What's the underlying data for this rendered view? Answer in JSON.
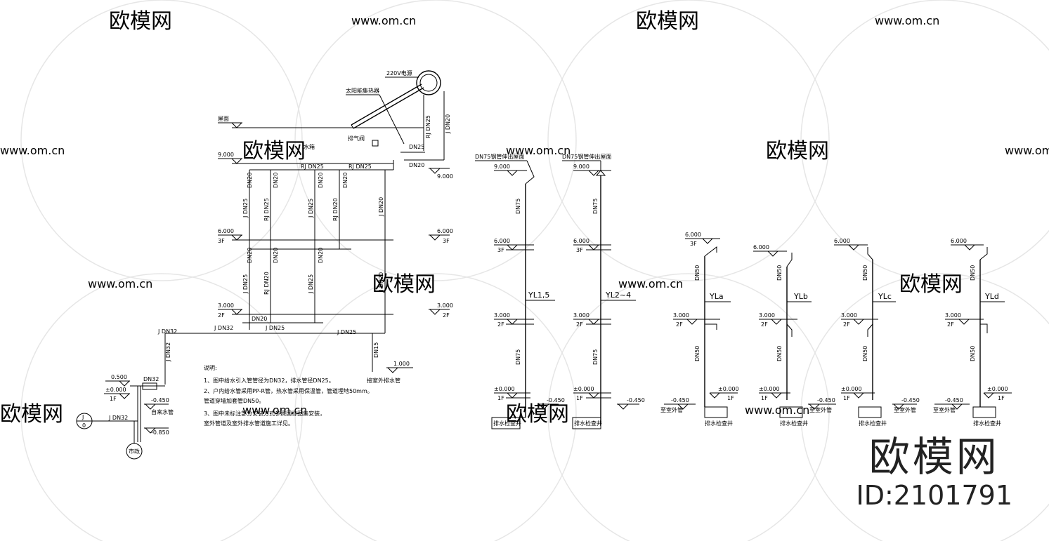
{
  "watermark": {
    "logo_text": "欧模网",
    "url_text": "www.om.cn"
  },
  "brand": {
    "name": "欧模网",
    "id_label": "ID:2101791"
  },
  "main_diagram": {
    "solar_power": "220V电源",
    "solar_panel_label": "太阳能集热器",
    "roof_label": "屋面",
    "vent_label": "排气阀",
    "water_tank_label": "水箱",
    "pipe_labels": {
      "rj_dn25": "RJ DN25",
      "j_dn20": "J DN20",
      "rj_dn20": "RJ DN20",
      "j_dn25": "J DN25",
      "j_dn32": "J DN32",
      "dn25": "DN25",
      "dn20": "DN20",
      "dn15": "DN15"
    },
    "levels": {
      "l9": "9.000",
      "l6": "6.000",
      "l3": "3.000",
      "l0": "±0.000",
      "l_neg045": "-0.450",
      "l_neg085": "-0.850",
      "l_050": "0.500",
      "l_100": "1.000",
      "f3": "3F",
      "f2": "2F",
      "f1": "1F"
    },
    "meter_label": "DN32",
    "supply_label": "自来水管",
    "source_label": "市政",
    "source_j": "J",
    "source_0": "0",
    "outlet_label": "接室外排水管",
    "notes_title": "说明:",
    "notes": [
      "1、图中给水引入管管径为DN32，排水管径DN25。",
      "2、户内给水管采用PP-R管，热水管采用保温管，管道埋地50mm。",
      "   管道穿墙加套管DN50。",
      "3、图中未标注部分安装方式参照国标图集安装，",
      "   室外管道及室外排水管道施工详见。"
    ]
  },
  "risers": [
    {
      "name": "YL1,5",
      "top_label": "DN75钢管伸出屋面",
      "pipe": "DN75",
      "sump": "排水检查井"
    },
    {
      "name": "YL2~4",
      "top_label": "DN75钢管伸出屋面",
      "pipe": "DN75",
      "sump": "排水检查井"
    },
    {
      "name": "YLa",
      "pipe": "DN50",
      "sump": "排水检查井",
      "side": "至室外管"
    },
    {
      "name": "YLb",
      "pipe": "DN50",
      "sump": "排水检查井",
      "side": "至室外管"
    },
    {
      "name": "YLc",
      "pipe": "DN50",
      "sump": "排水检查井",
      "side": "至室外管"
    },
    {
      "name": "YLd",
      "pipe": "DN50",
      "sump": "排水检查井",
      "side": "至室外管"
    }
  ],
  "riser_levels": {
    "l9": "9.000",
    "l6": "6.000",
    "l3": "3.000",
    "l0": "±0.000",
    "lneg": "-0.450",
    "f3": "3F",
    "f2": "2F",
    "f1": "1F",
    "wl6": "6.000",
    "wl3": "3.000"
  }
}
